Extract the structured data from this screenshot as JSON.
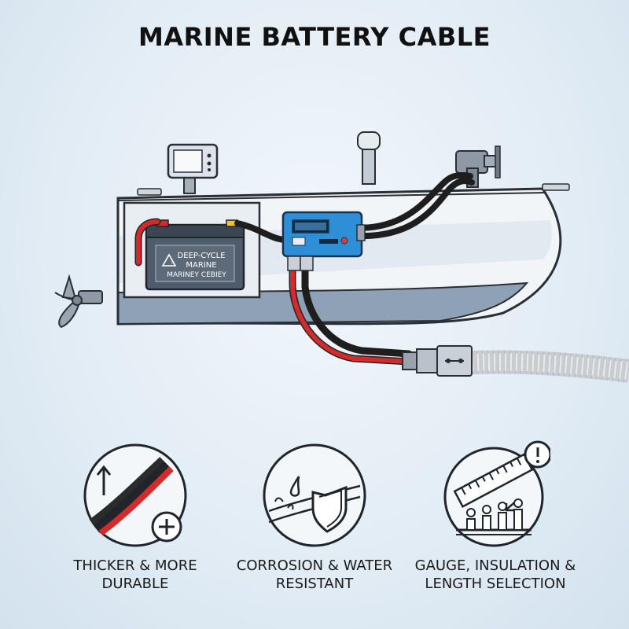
{
  "title": "MARINE BATTERY CABLE",
  "battery": {
    "line1": "DEEP-CYCLE",
    "line2": "MARINE",
    "line3": "MARINEY CEBIEY"
  },
  "colors": {
    "positive_cable": "#d42a2a",
    "negative_cable": "#1e1e1e",
    "panel": "#2f8fd6",
    "hull": "#eef2f6",
    "hull_dark": "#9fb0c2"
  },
  "features": [
    {
      "icon": "thick-cable-plus-icon",
      "label_line1": "THICKER & MORE",
      "label_line2": "DURABLE"
    },
    {
      "icon": "water-shield-icon",
      "label_line1": "CORROSION & WATER",
      "label_line2": "RESISTANT"
    },
    {
      "icon": "ruler-gauge-icon",
      "label_line1": "GAUGE, INSULATION &",
      "label_line2": "LENGTH SELECTION"
    }
  ]
}
